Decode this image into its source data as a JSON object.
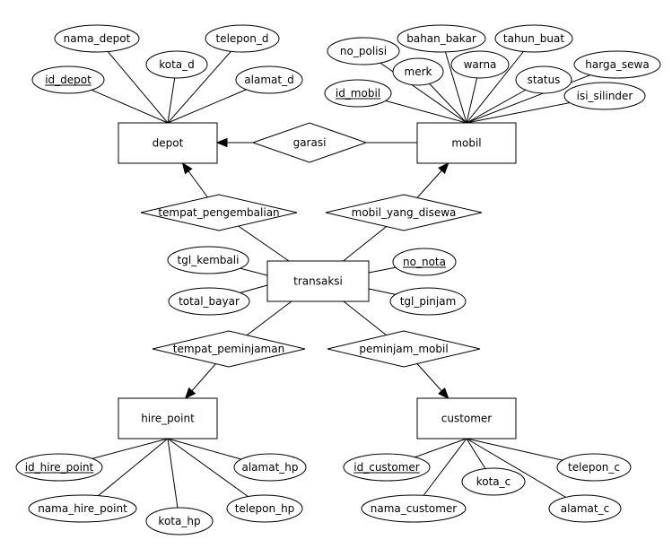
{
  "diagram": {
    "entities": [
      {
        "id": "depot",
        "label": "depot"
      },
      {
        "id": "mobil",
        "label": "mobil"
      },
      {
        "id": "transaksi",
        "label": "transaksi"
      },
      {
        "id": "hire_point",
        "label": "hire_point"
      },
      {
        "id": "customer",
        "label": "customer"
      }
    ],
    "relationships": [
      {
        "id": "garasi",
        "label": "garasi"
      },
      {
        "id": "tempat_pengembalian",
        "label": "tempat_pengembalian"
      },
      {
        "id": "mobil_yang_disewa",
        "label": "mobil_yang_disewa"
      },
      {
        "id": "tempat_peminjaman",
        "label": "tempat_peminjaman"
      },
      {
        "id": "peminjam_mobil",
        "label": "peminjam_mobil"
      }
    ],
    "attributes": [
      {
        "id": "nama_depot",
        "label": "nama_depot",
        "entity": "depot",
        "key": false
      },
      {
        "id": "telepon_d",
        "label": "telepon_d",
        "entity": "depot",
        "key": false
      },
      {
        "id": "kota_d",
        "label": "kota_d",
        "entity": "depot",
        "key": false
      },
      {
        "id": "id_depot",
        "label": "id_depot",
        "entity": "depot",
        "key": true
      },
      {
        "id": "alamat_d",
        "label": "alamat_d",
        "entity": "depot",
        "key": false
      },
      {
        "id": "no_polisi",
        "label": "no_polisi",
        "entity": "mobil",
        "key": false
      },
      {
        "id": "bahan_bakar",
        "label": "bahan_bakar",
        "entity": "mobil",
        "key": false
      },
      {
        "id": "tahun_buat",
        "label": "tahun_buat",
        "entity": "mobil",
        "key": false
      },
      {
        "id": "merk",
        "label": "merk",
        "entity": "mobil",
        "key": false
      },
      {
        "id": "warna",
        "label": "warna",
        "entity": "mobil",
        "key": false
      },
      {
        "id": "harga_sewa",
        "label": "harga_sewa",
        "entity": "mobil",
        "key": false
      },
      {
        "id": "id_mobil",
        "label": "id_mobil",
        "entity": "mobil",
        "key": true
      },
      {
        "id": "status",
        "label": "status",
        "entity": "mobil",
        "key": false
      },
      {
        "id": "isi_silinder",
        "label": "isi_silinder",
        "entity": "mobil",
        "key": false
      },
      {
        "id": "tgl_kembali",
        "label": "tgl_kembali",
        "entity": "transaksi",
        "key": false
      },
      {
        "id": "no_nota",
        "label": "no_nota",
        "entity": "transaksi",
        "key": true
      },
      {
        "id": "total_bayar",
        "label": "total_bayar",
        "entity": "transaksi",
        "key": false
      },
      {
        "id": "tgl_pinjam",
        "label": "tgl_pinjam",
        "entity": "transaksi",
        "key": false
      },
      {
        "id": "id_hire_point",
        "label": "id_hire_point",
        "entity": "hire_point",
        "key": true
      },
      {
        "id": "alamat_hp",
        "label": "alamat_hp",
        "entity": "hire_point",
        "key": false
      },
      {
        "id": "nama_hire_point",
        "label": "nama_hire_point",
        "entity": "hire_point",
        "key": false
      },
      {
        "id": "telepon_hp",
        "label": "telepon_hp",
        "entity": "hire_point",
        "key": false
      },
      {
        "id": "kota_hp",
        "label": "kota_hp",
        "entity": "hire_point",
        "key": false
      },
      {
        "id": "id_customer",
        "label": "id_customer",
        "entity": "customer",
        "key": true
      },
      {
        "id": "telepon_c",
        "label": "telepon_c",
        "entity": "customer",
        "key": false
      },
      {
        "id": "kota_c",
        "label": "kota_c",
        "entity": "customer",
        "key": false
      },
      {
        "id": "nama_customer",
        "label": "nama_customer",
        "entity": "customer",
        "key": false
      },
      {
        "id": "alamat_c",
        "label": "alamat_c",
        "entity": "customer",
        "key": false
      }
    ],
    "links": [
      {
        "from": "mobil",
        "to": "depot",
        "via": "garasi",
        "arrow_to": "depot"
      },
      {
        "from": "transaksi",
        "to": "depot",
        "via": "tempat_pengembalian",
        "arrow_to": "depot"
      },
      {
        "from": "transaksi",
        "to": "mobil",
        "via": "mobil_yang_disewa",
        "arrow_to": "mobil"
      },
      {
        "from": "transaksi",
        "to": "hire_point",
        "via": "tempat_peminjaman",
        "arrow_to": "hire_point"
      },
      {
        "from": "transaksi",
        "to": "customer",
        "via": "peminjam_mobil",
        "arrow_to": "customer"
      }
    ]
  }
}
